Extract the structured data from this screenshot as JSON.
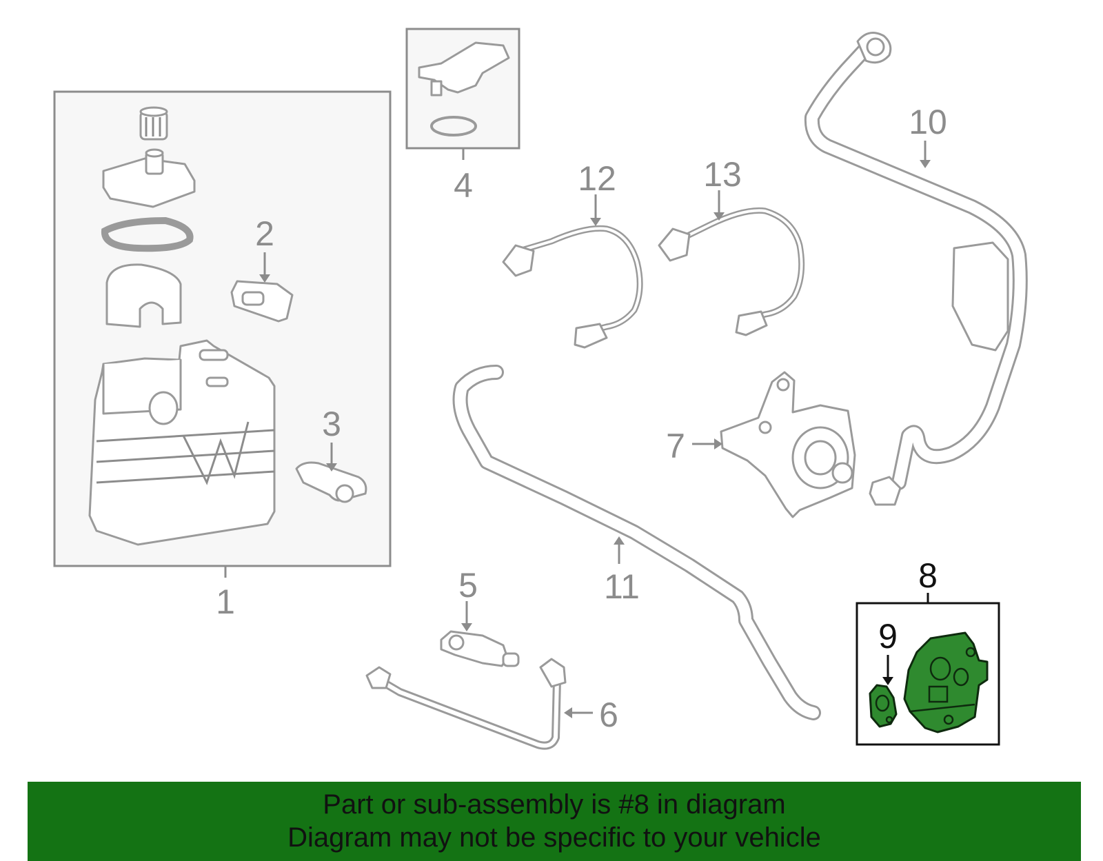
{
  "diagram": {
    "callouts": {
      "c1": "1",
      "c2": "2",
      "c3": "3",
      "c4": "4",
      "c5": "5",
      "c6": "6",
      "c7": "7",
      "c8": "8",
      "c9": "9",
      "c10": "10",
      "c11": "11",
      "c12": "12",
      "c13": "13"
    },
    "highlighted_part": "8",
    "highlight_color": "#2f8a2f"
  },
  "banner": {
    "line1": "Part or sub-assembly is #8 in diagram",
    "line2": "Diagram may not be specific to your vehicle",
    "background": "#147314"
  }
}
